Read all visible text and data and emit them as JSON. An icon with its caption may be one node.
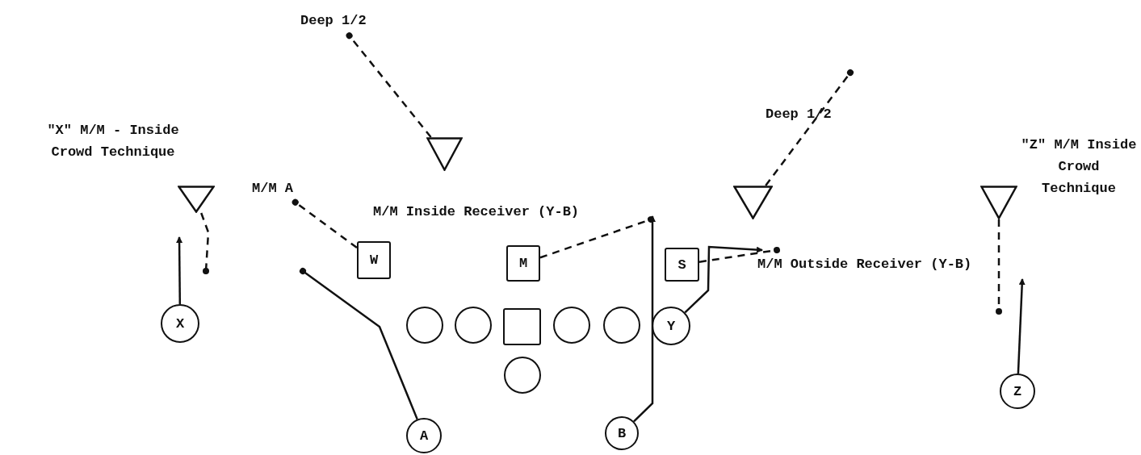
{
  "diagram": {
    "nodes": [
      {
        "text": [],
        "shape": "triangle",
        "beside": [
          "\"X\" M/M - Inside Crowd Technique"
        ]
      },
      {
        "text": [],
        "shape": "triangle"
      },
      {
        "text": [],
        "shape": "triangle"
      },
      {
        "text": [],
        "shape": "triangle",
        "beside": [
          "\"Z\" M/M Inside Crowd Technique"
        ]
      },
      {
        "text": [
          "W"
        ]
      },
      {
        "text": [
          "M"
        ],
        "beside": [
          "M/M Inside Receiver (Y-B)"
        ]
      },
      {
        "text": [
          "S"
        ]
      },
      {
        "text": [],
        "shape": "circle"
      },
      {
        "text": [],
        "shape": "circle"
      },
      {
        "text": [],
        "shape": "box"
      },
      {
        "text": [],
        "shape": "circle"
      },
      {
        "text": [],
        "shape": "circle"
      },
      {
        "text": [],
        "shape": "circle"
      },
      {
        "text": [
          "X"
        ]
      },
      {
        "text": [
          "Y"
        ]
      },
      {
        "text": [
          "A"
        ]
      },
      {
        "text": [
          "B"
        ]
      },
      {
        "text": [
          "Z"
        ]
      },
      {
        "text": [
          "Deep 1/2"
        ]
      },
      {
        "text": [
          "M/M A"
        ]
      },
      {
        "text": [
          "M/M Outside Receiver (Y-B)"
        ]
      }
    ],
    "edges": [
      {
        "from": 0,
        "to": null,
        "arrow": "other",
        "style": "dashed"
      },
      {
        "from": 13,
        "to": null,
        "arrow": "to"
      },
      {
        "from": 1,
        "to": 18,
        "arrow": "other",
        "style": "dashed"
      },
      {
        "from": 2,
        "to": null,
        "arrow": "other",
        "style": "dashed"
      },
      {
        "from": 3,
        "to": null,
        "arrow": "other",
        "style": "dashed"
      },
      {
        "from": 4,
        "to": 19,
        "arrow": "other",
        "style": "dashed"
      },
      {
        "from": 5,
        "to": null,
        "arrow": "other",
        "style": "dashed"
      },
      {
        "from": 6,
        "to": 20,
        "arrow": "other",
        "style": "dashed"
      },
      {
        "from": 14,
        "to": 20,
        "arrow": "to"
      },
      {
        "from": 15,
        "to": null,
        "arrow": "other"
      },
      {
        "from": 16,
        "to": null,
        "arrow": "to"
      },
      {
        "from": 17,
        "to": null,
        "arrow": "to"
      }
    ],
    "labels": [
      "Deep 1/2"
    ]
  }
}
